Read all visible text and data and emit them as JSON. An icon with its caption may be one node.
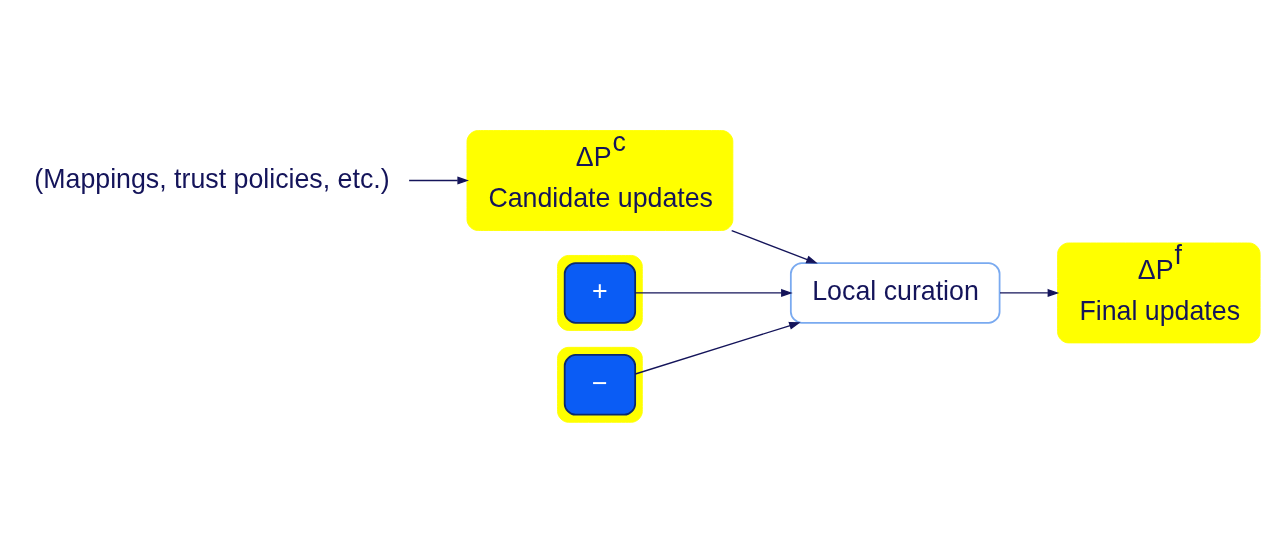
{
  "diagram": {
    "nodes": [
      {
        "text": [
          "(Mappings, trust policies, etc.)"
        ]
      },
      {
        "text": [
          "ΔP$^{c}$",
          "Candidate updates"
        ]
      },
      {
        "text": [],
        "shape": "box"
      },
      {
        "text": [
          "+"
        ],
        "in": 2
      },
      {
        "text": [
          "Local curation"
        ]
      },
      {
        "text": [],
        "shape": "box"
      },
      {
        "text": [
          "−"
        ],
        "in": 5
      },
      {
        "text": [
          "ΔP$^{f}$",
          "Final updates"
        ]
      }
    ],
    "edges": [
      {
        "from": 0,
        "to": 1,
        "arrow": "to"
      },
      {
        "from": 1,
        "to": 4,
        "arrow": "to"
      },
      {
        "from": 3,
        "to": 4,
        "arrow": "to"
      },
      {
        "from": 6,
        "to": 4,
        "arrow": "to"
      },
      {
        "from": 4,
        "to": 7,
        "arrow": "to"
      }
    ]
  }
}
